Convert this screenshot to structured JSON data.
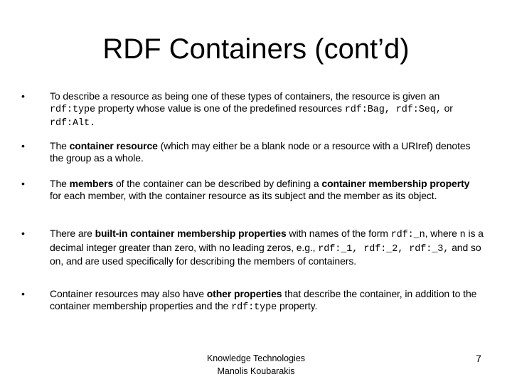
{
  "slide": {
    "title": "RDF Containers (cont’d)",
    "bullet_symbol": "•",
    "bullets": [
      [
        {
          "t": "To describe a resource as being one of these types of containers, the resource is given an "
        },
        {
          "t": "rdf:type",
          "mono": true
        },
        {
          "t": " property whose value is one of the predefined resources "
        },
        {
          "t": "rdf:Bag, rdf:Seq,",
          "mono": true
        },
        {
          "t": " or "
        },
        {
          "t": "rdf:Alt.",
          "mono": true
        }
      ],
      [
        {
          "t": "The "
        },
        {
          "t": "container resource",
          "bold": true
        },
        {
          "t": " (which may either be a blank node or a resource with a URIref) denotes the group as a whole."
        }
      ],
      [
        {
          "t": "The "
        },
        {
          "t": "members",
          "bold": true
        },
        {
          "t": " of the container can be described by defining a "
        },
        {
          "t": "container membership property",
          "bold": true
        },
        {
          "t": " for each member, with the container resource as its subject and the member as its object."
        }
      ],
      [
        {
          "t": "There are "
        },
        {
          "t": "built-in container membership properties",
          "bold": true
        },
        {
          "t": " with names of the form "
        },
        {
          "t": "rdf:_n",
          "mono": true
        },
        {
          "t": ", where "
        },
        {
          "t": "n",
          "mono": true
        },
        {
          "t": " is a decimal integer greater than zero, with no leading zeros, e.g., "
        },
        {
          "t": "rdf:_1, rdf:_2, rdf:_3,",
          "mono": true
        },
        {
          "t": " and so on, and are used specifically for describing the members of containers."
        }
      ],
      [
        {
          "t": "Container resources may also have "
        },
        {
          "t": "other properties",
          "bold": true
        },
        {
          "t": " that describe the container, in addition to the container membership properties and the "
        },
        {
          "t": "rdf:type",
          "mono": true
        },
        {
          "t": " property."
        }
      ]
    ]
  },
  "footer": {
    "line1": "Knowledge Technologies",
    "line2": "Manolis Koubarakis"
  },
  "page_number": "7"
}
